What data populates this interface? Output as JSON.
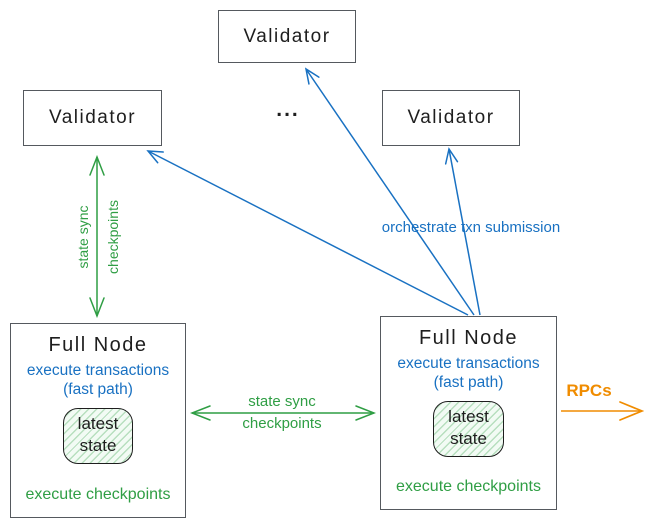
{
  "colors": {
    "blue": "#1971c2",
    "green": "#2f9e44",
    "orange": "#f08c00",
    "box_border": "#55595e",
    "text": "#1e1e1e",
    "state_box_fill": "#f2fbf4"
  },
  "validators": {
    "top": "Validator",
    "left": "Validator",
    "right": "Validator",
    "ellipsis": "..."
  },
  "full_node_left": {
    "title": "Full Node",
    "blue_line_1": "execute transactions",
    "blue_line_2": "(fast path)",
    "state": [
      "latest",
      "state"
    ],
    "green_line": "execute checkpoints"
  },
  "full_node_right": {
    "title": "Full Node",
    "blue_line_1": "execute transactions",
    "blue_line_2": "(fast path)",
    "state": [
      "latest",
      "state"
    ],
    "green_line": "execute checkpoints"
  },
  "edge_labels": {
    "validator_sync": {
      "line1": "state sync",
      "line2": "checkpoints"
    },
    "fullnode_sync": {
      "line1": "state sync",
      "line2": "checkpoints"
    },
    "orchestrate": "orchestrate txn submission",
    "rpcs": "RPCs"
  }
}
